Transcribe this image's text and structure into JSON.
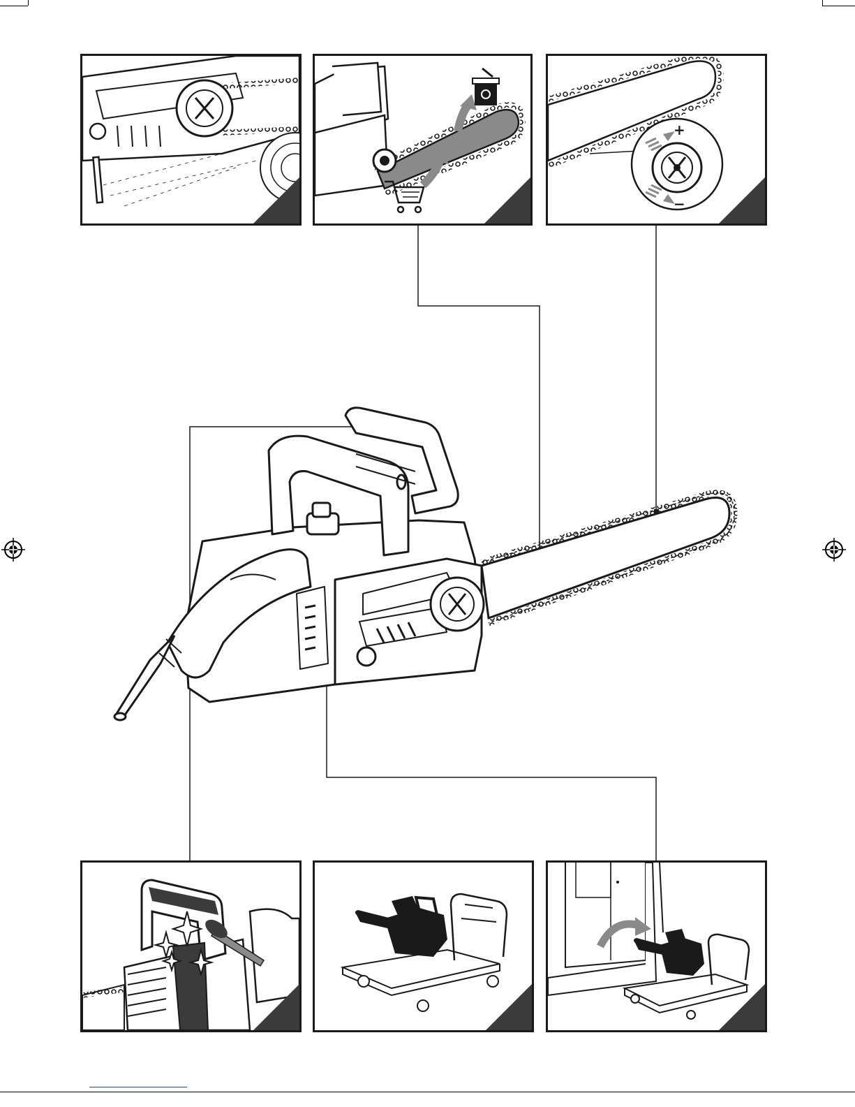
{
  "figure": {
    "panels": [
      {
        "id": "p1",
        "subject": "chain-guard-area"
      },
      {
        "id": "p2",
        "subject": "bar-replacement"
      },
      {
        "id": "p3",
        "subject": "chain-tension-adjust"
      },
      {
        "id": "p4",
        "subject": "cleaning-handle"
      },
      {
        "id": "p5",
        "subject": "transport-cart"
      },
      {
        "id": "p6",
        "subject": "storage-cabinet"
      }
    ],
    "tension_symbols": {
      "plus": "+",
      "minus": "−"
    },
    "colors": {
      "ink": "#1a1a1a",
      "gray": "#8a8a8a",
      "dark": "#3b3b3b"
    }
  }
}
